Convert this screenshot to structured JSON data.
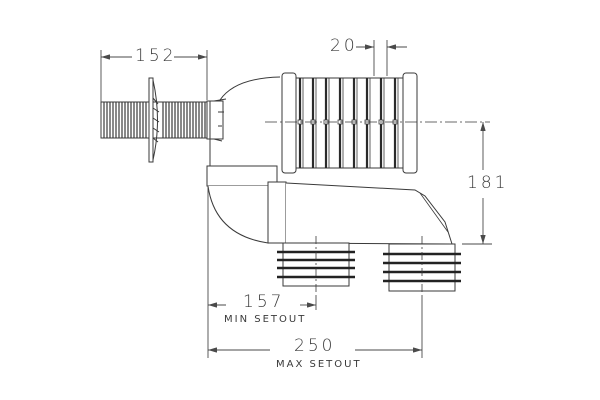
{
  "drawing": {
    "type": "technical-drawing",
    "subject": "pan connector with wall outlet",
    "line_color": "#3a3a3a",
    "background": "#ffffff"
  },
  "dimensions": {
    "outlet_length": {
      "value": "152"
    },
    "rib_pitch": {
      "value": "20"
    },
    "drop_height": {
      "value": "181"
    },
    "min_setout": {
      "value": "157",
      "caption": "MIN SETOUT"
    },
    "max_setout": {
      "value": "250",
      "caption": "MAX SETOUT"
    }
  }
}
